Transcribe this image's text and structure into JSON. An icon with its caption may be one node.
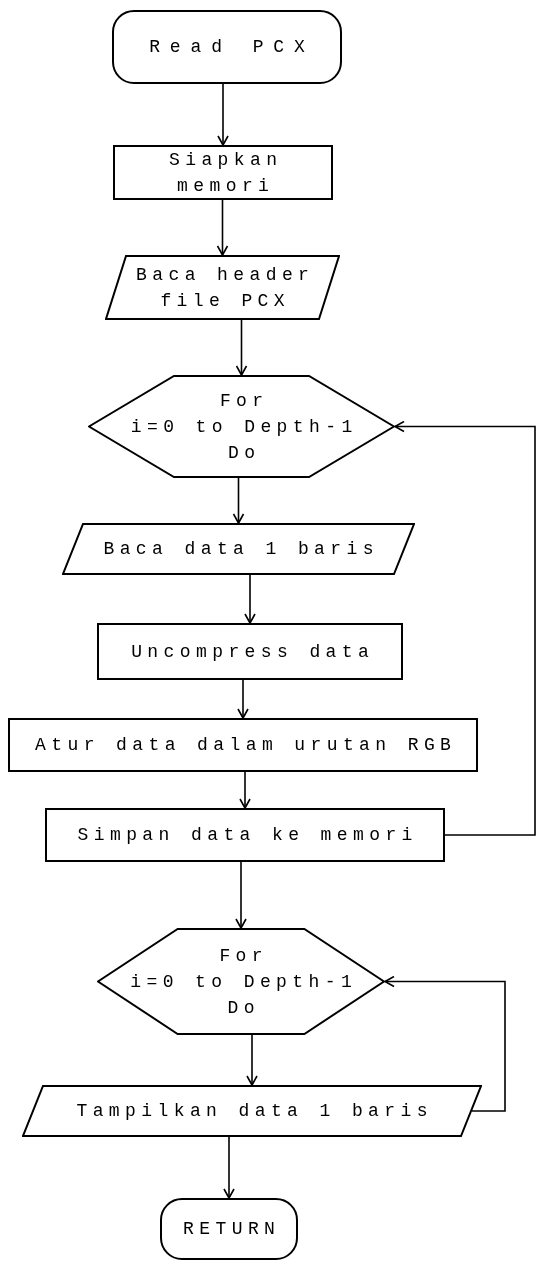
{
  "diagram": {
    "nodes": [
      {
        "text": [
          "Read PCX"
        ]
      },
      {
        "text": [
          "Siapkan memori"
        ]
      },
      {
        "text": [
          "Baca header file PCX"
        ]
      },
      {
        "text": [
          "For",
          "i=0 to Depth-1 Do"
        ]
      },
      {
        "text": [
          "Baca data 1 baris"
        ]
      },
      {
        "text": [
          "Uncompress data"
        ]
      },
      {
        "text": [
          "Atur data dalam urutan RGB"
        ]
      },
      {
        "text": [
          "Simpan data ke memori"
        ]
      },
      {
        "text": [
          "For",
          "i=0 to Depth-1 Do"
        ]
      },
      {
        "text": [
          "Tampilkan data 1 baris"
        ]
      },
      {
        "text": [
          "RETURN"
        ]
      }
    ],
    "edges": [
      {
        "from": 0,
        "to": 1,
        "arrow": "to"
      },
      {
        "from": 1,
        "to": 2,
        "arrow": "to"
      },
      {
        "from": 2,
        "to": 3,
        "arrow": "to"
      },
      {
        "from": 3,
        "to": 4,
        "arrow": "to"
      },
      {
        "from": 4,
        "to": 5,
        "arrow": "to"
      },
      {
        "from": 5,
        "to": 6,
        "arrow": "to"
      },
      {
        "from": 6,
        "to": 7,
        "arrow": "to"
      },
      {
        "from": 7,
        "to": 3,
        "arrow": "to"
      },
      {
        "from": 7,
        "to": 8,
        "arrow": "to"
      },
      {
        "from": 8,
        "to": 9,
        "arrow": "to"
      },
      {
        "from": 9,
        "to": 8,
        "arrow": "to"
      },
      {
        "from": 9,
        "to": 10,
        "arrow": "to"
      }
    ]
  }
}
